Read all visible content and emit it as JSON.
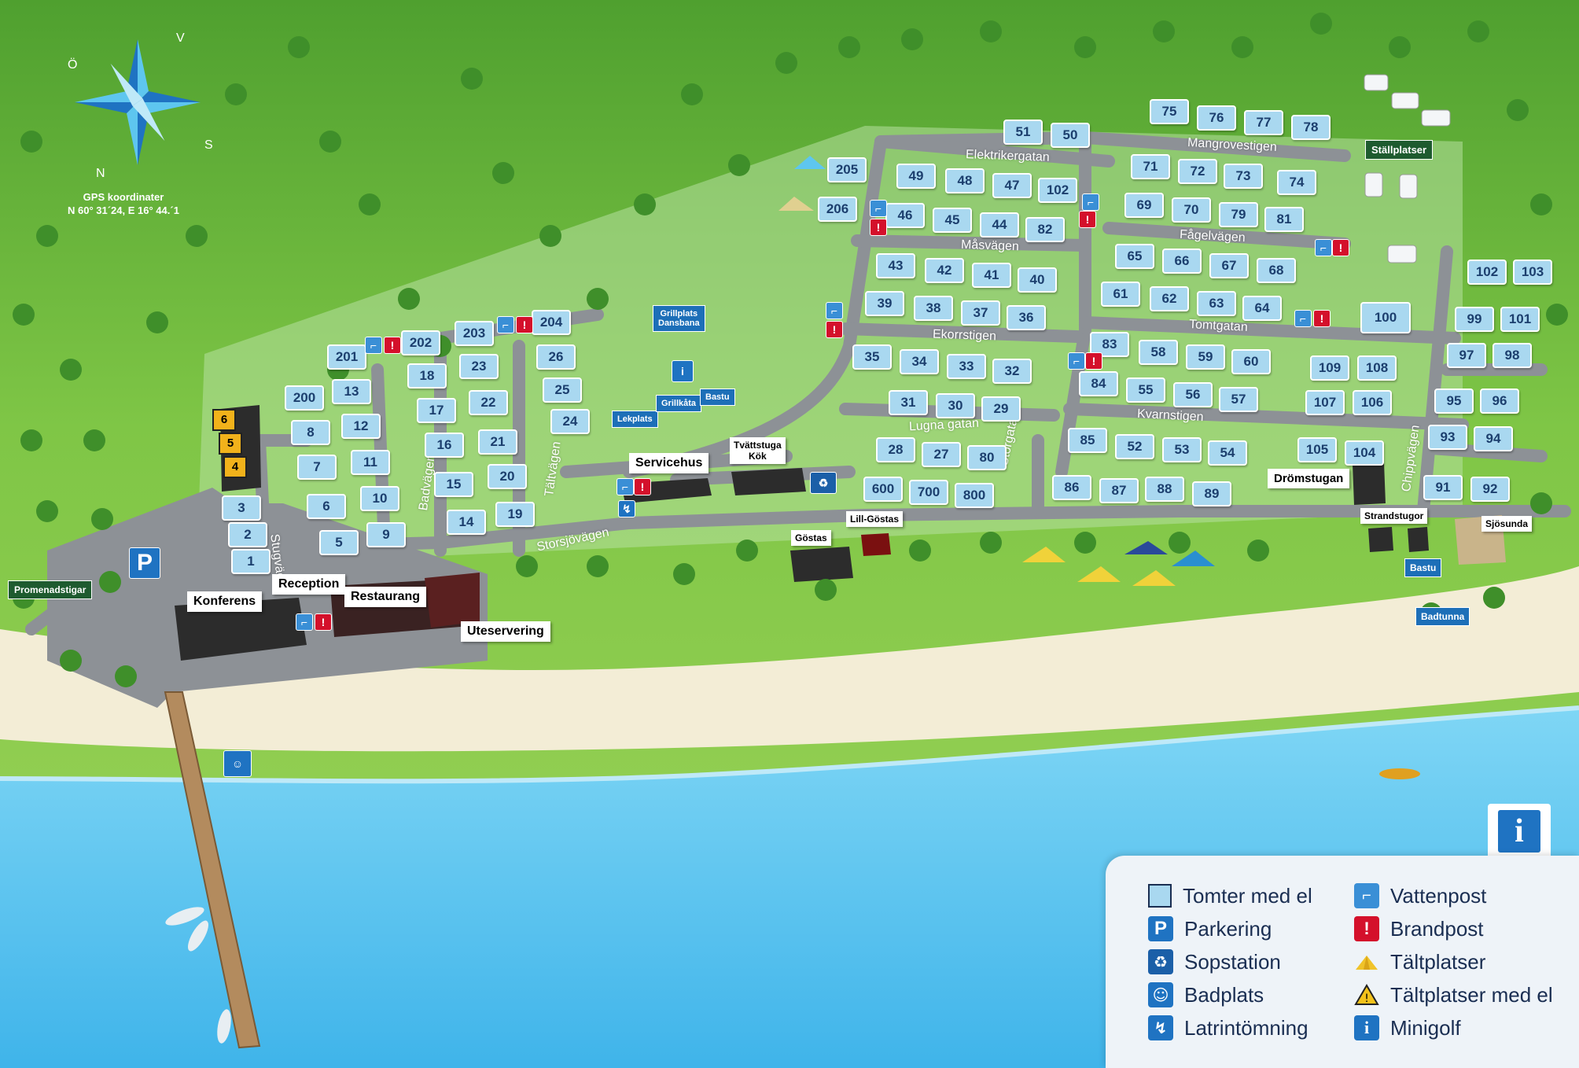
{
  "compass": {
    "north": "N",
    "south": "S",
    "east": "Ö",
    "west": "V"
  },
  "gps": {
    "title": "GPS koordinater",
    "coords": "N 60° 31´24, E 16° 44.´1"
  },
  "streets": [
    "Elektrikergatan",
    "Mangrovestigen",
    "Måsvägen",
    "Fågelvägen",
    "Ekorrstigen",
    "Tomtgatan",
    "Lugna gatan",
    "Kvarnstigen",
    "Storgatan",
    "Chippvägen",
    "Tältvägen",
    "Badvägen",
    "Stugvägen",
    "Storsjövägen"
  ],
  "lots": [
    "75",
    "76",
    "77",
    "78",
    "51",
    "50",
    "71",
    "72",
    "73",
    "74",
    "205",
    "49",
    "48",
    "47",
    "102",
    "69",
    "70",
    "79",
    "81",
    "206",
    "46",
    "45",
    "44",
    "82",
    "65",
    "66",
    "67",
    "68",
    "43",
    "42",
    "41",
    "40",
    "61",
    "62",
    "63",
    "64",
    "102",
    "103",
    "39",
    "38",
    "37",
    "36",
    "100",
    "99",
    "101",
    "204",
    "203",
    "202",
    "201",
    "26",
    "83",
    "58",
    "59",
    "60",
    "97",
    "98",
    "35",
    "34",
    "33",
    "32",
    "109",
    "108",
    "23",
    "18",
    "13",
    "200",
    "84",
    "55",
    "56",
    "57",
    "25",
    "22",
    "17",
    "12",
    "8",
    "95",
    "96",
    "107",
    "106",
    "24",
    "31",
    "30",
    "29",
    "16",
    "21",
    "7",
    "11",
    "93",
    "94",
    "28",
    "27",
    "80",
    "85",
    "52",
    "53",
    "54",
    "105",
    "104",
    "15",
    "20",
    "6",
    "10",
    "600",
    "700",
    "800",
    "86",
    "87",
    "88",
    "89",
    "91",
    "92",
    "14",
    "19",
    "5",
    "9",
    "3",
    "2",
    "1"
  ],
  "cabin_numbers": [
    "6",
    "5",
    "4"
  ],
  "callouts": {
    "servicehus": "Servicehus",
    "tvattstuga": "Tvättstuga\nKök",
    "gostas": "Göstas",
    "lill_gostas": "Lill-Göstas",
    "dromstugan": "Drömstugan",
    "strandstugor": "Strandstugor",
    "sjosunda": "Sjösunda",
    "reception": "Reception",
    "konferens": "Konferens",
    "restaurang": "Restaurang",
    "uteservering": "Uteservering",
    "stallplatser": "Ställplatser",
    "promenadstigar": "Promenadstigar"
  },
  "blue_tags": {
    "grillplats": "Grillplats\nDansbana",
    "lekplats": "Lekplats",
    "grillkata": "Grillkåta",
    "bastu1": "Bastu",
    "bastu2": "Bastu",
    "badtunna": "Badtunna"
  },
  "legend": {
    "items": [
      {
        "symbol": "lot-icon",
        "label": "Tomter med el"
      },
      {
        "symbol": "water-tap-icon",
        "label": "Vattenpost"
      },
      {
        "symbol": "parking-icon",
        "label": "Parkering"
      },
      {
        "symbol": "fire-hydrant-icon",
        "label": "Brandpost"
      },
      {
        "symbol": "recycling-icon",
        "label": "Sopstation"
      },
      {
        "symbol": "tent-icon",
        "label": "Tältplatser"
      },
      {
        "symbol": "bathing-icon",
        "label": "Badplats"
      },
      {
        "symbol": "tent-electric-icon",
        "label": "Tältplatser med el"
      },
      {
        "symbol": "latrine-icon",
        "label": "Latrintömning"
      },
      {
        "symbol": "minigolf-icon",
        "label": "Minigolf"
      }
    ]
  },
  "colors": {
    "grass": "#7cc243",
    "road": "#8d9196",
    "lot": "#a9d8f0",
    "water": "#5ec6ef",
    "beach": "#f3edd6",
    "building": "#2c2c2c",
    "fire": "#d4102b",
    "info": "#1f73c2"
  }
}
